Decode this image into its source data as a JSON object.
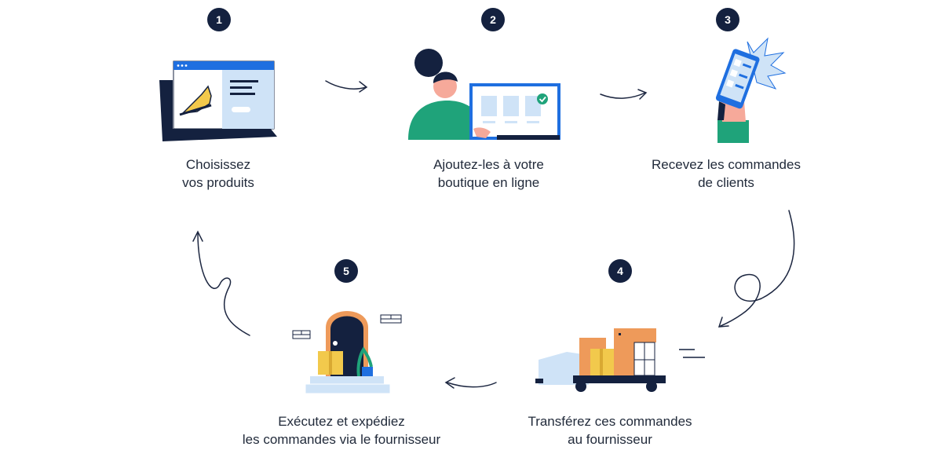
{
  "steps": [
    {
      "number": "1",
      "line1": "Choisissez",
      "line2": "vos produits"
    },
    {
      "number": "2",
      "line1": "Ajoutez-les à votre",
      "line2": "boutique en ligne"
    },
    {
      "number": "3",
      "line1": "Recevez les commandes",
      "line2": "de clients"
    },
    {
      "number": "4",
      "line1": "Transférez ces commandes",
      "line2": "au fournisseur"
    },
    {
      "number": "5",
      "line1": "Exécutez et expédiez",
      "line2": "les commandes via le fournisseur"
    }
  ],
  "colors": {
    "navy": "#14213f",
    "blue": "#1f6fe0",
    "light_blue": "#cfe3f7",
    "green": "#1fa37a",
    "yellow": "#f2c94c",
    "orange": "#ee9a5a",
    "pink": "#f6a99a"
  }
}
